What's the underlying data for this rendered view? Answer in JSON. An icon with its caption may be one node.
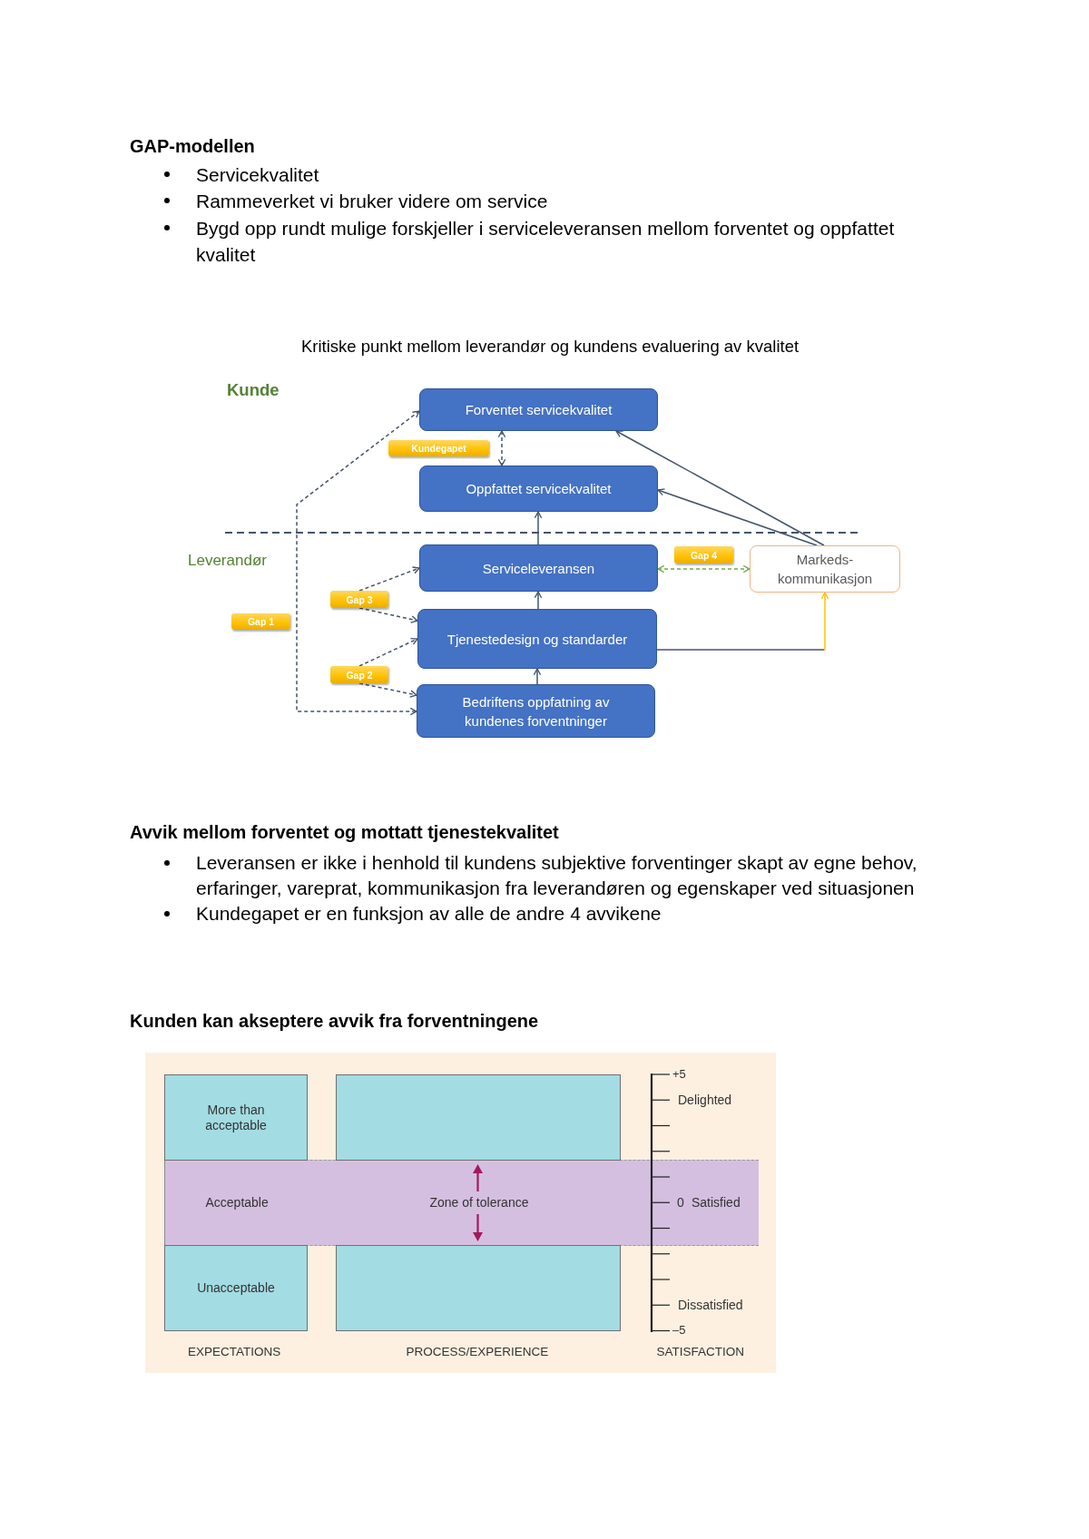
{
  "diagram": {
    "title": "Kritiske punkt mellom leverandør og kundens evaluering av kvalitet",
    "nodes": [
      {
        "text": [
          "Forventet servicekvalitet"
        ]
      },
      {
        "text": [
          "Kundegapet"
        ]
      },
      {
        "text": [
          "Oppfattet servicekvalitet"
        ]
      },
      {
        "text": [
          "Serviceleveransen"
        ]
      },
      {
        "text": [
          "Gap 4"
        ]
      },
      {
        "text": [
          "Markeds- kommunikasjon"
        ]
      },
      {
        "text": [
          "Gap 3"
        ]
      },
      {
        "text": [
          "Gap 1"
        ]
      },
      {
        "text": [
          "Tjenestedesign og standarder"
        ]
      },
      {
        "text": [
          "Gap 2"
        ]
      },
      {
        "text": [
          "Bedriftens oppfatning av kundenes forventninger"
        ]
      },
      {
        "text": [
          "More than acceptable"
        ]
      },
      {
        "text": [],
        "shape": "box"
      },
      {
        "text": [
          "Acceptable",
          "Zone of tolerance"
        ]
      },
      {
        "text": [
          "Unacceptable"
        ]
      },
      {
        "text": [],
        "shape": "box"
      }
    ],
    "edges": [
      {
        "from": 0,
        "to": 2,
        "arrow": "both",
        "style": "dashed"
      },
      {
        "from": 3,
        "to": 2,
        "arrow": "to"
      },
      {
        "from": 5,
        "to": 0,
        "arrow": "to"
      },
      {
        "from": 5,
        "to": 2,
        "arrow": "to"
      },
      {
        "from": 3,
        "to": 5,
        "arrow": "both",
        "style": "dashed",
        "color": "#70ad47"
      },
      {
        "from": 6,
        "to": 3,
        "arrow": "to",
        "style": "dashed"
      },
      {
        "from": 6,
        "to": 8,
        "arrow": "to",
        "style": "dashed"
      },
      {
        "from": 9,
        "to": 8,
        "arrow": "to",
        "style": "dashed"
      },
      {
        "from": 9,
        "to": 10,
        "arrow": "to",
        "style": "dashed"
      },
      {
        "from": 0,
        "to": 10,
        "arrow": "both",
        "style": "dashed"
      },
      {
        "from": 10,
        "to": 8,
        "arrow": "to"
      },
      {
        "from": 8,
        "to": 3,
        "arrow": "to"
      },
      {
        "from": 8,
        "to": 5,
        "arrow": "to",
        "color": "#ffc000"
      }
    ],
    "labels": [
      "GAP-modellen",
      "Servicekvalitet",
      "Rammeverket vi bruker videre om service",
      "Bygd opp rundt mulige forskjeller i serviceleveransen mellom forventet og oppfattet kvalitet",
      "Kunde",
      "Leverandør",
      "Avvik mellom forventet og mottatt tjenestekvalitet",
      "Leveransen er ikke i henhold til kundens subjektive forventinger skapt av egne behov, erfaringer, vareprat, kommunikasjon fra leverandøren og egenskaper ved situasjonen",
      "Kundegapet er en funksjon av alle de andre 4 avvikene",
      "Kunden kan akseptere avvik fra forventningene",
      "+5",
      "Delighted",
      "0",
      "Satisfied",
      "Dissatisfied",
      "–5",
      "EXPECTATIONS",
      "PROCESS/EXPERIENCE",
      "SATISFACTION"
    ]
  }
}
